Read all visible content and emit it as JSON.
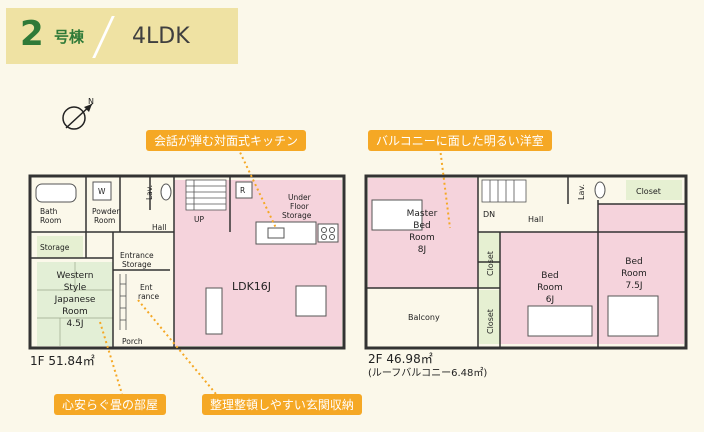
{
  "header": {
    "number": "2",
    "suffix": "号棟",
    "layout_type": "4LDK"
  },
  "callouts": {
    "kitchen": "会話が弾む対面式キッチン",
    "bedroom": "バルコニーに面した明るい洋室",
    "japanese_room": "心安らぐ畳の部屋",
    "entrance_storage": "整理整頓しやすい玄関収納"
  },
  "floor1": {
    "area_label": "1F 51.84㎡",
    "rooms": {
      "bath1": "Bath",
      "bath2": "Room",
      "powder1": "Powder",
      "powder2": "Room",
      "w": "W",
      "lav": "Lav.",
      "r": "R",
      "up": "UP",
      "hall": "Hall",
      "storage": "Storage",
      "under1": "Under",
      "under2": "Floor",
      "under3": "Storage",
      "ldk": "LDK16J",
      "entrance1": "Entrance",
      "entrance2": "Storage",
      "ent1": "Ent",
      "ent2": "rance",
      "porch": "Porch",
      "western1": "Western",
      "western2": "Style",
      "western3": "Japanese",
      "western4": "Room",
      "western5": "4.5J"
    }
  },
  "floor2": {
    "area_label": "2F 46.98㎡",
    "roof_label": "(ルーフバルコニー6.48㎡)",
    "rooms": {
      "master1": "Master",
      "master2": "Bed",
      "master3": "Room",
      "master4": "8J",
      "dn": "DN",
      "hall": "Hall",
      "lav": "Lav.",
      "closet_top": "Closet",
      "closet_a": "Closet",
      "closet_b": "Closet",
      "bed6_1": "Bed",
      "bed6_2": "Room",
      "bed6_3": "6J",
      "bed75_1": "Bed",
      "bed75_2": "Room",
      "bed75_3": "7.5J",
      "balcony": "Balcony"
    }
  },
  "compass": {
    "north": "N"
  },
  "colors": {
    "header_bg": "#efe2a3",
    "green": "#2f7a38",
    "orange": "#f5a825",
    "pink": "#f5d3dc",
    "tatami": "#e3efd6",
    "storage": "#e6f0d2"
  }
}
